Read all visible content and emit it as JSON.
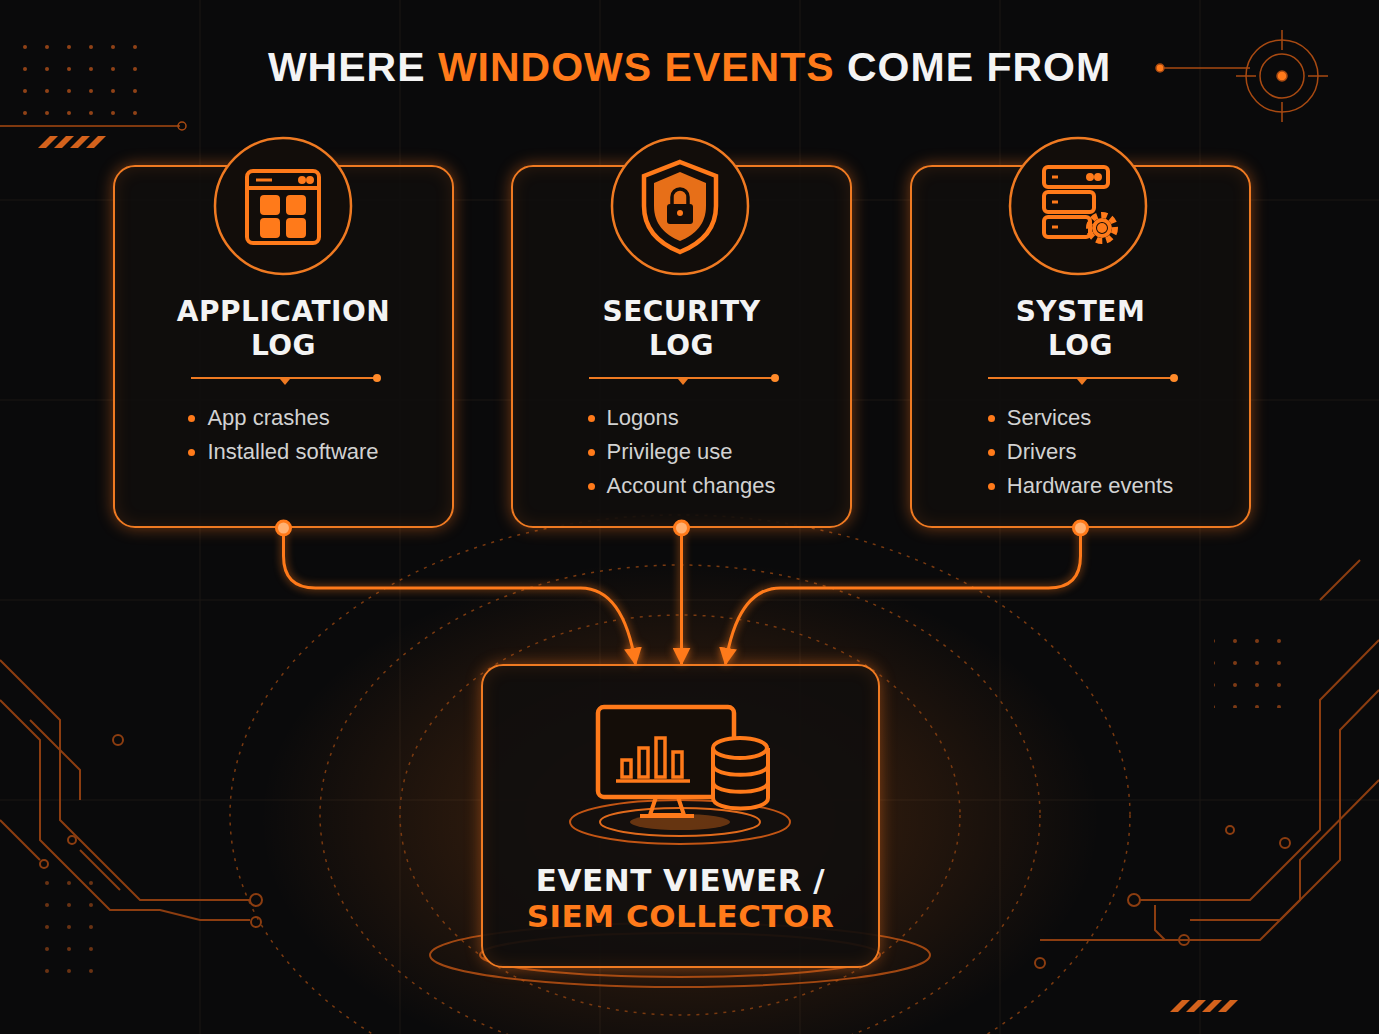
{
  "diagram": {
    "title": "WHERE WINDOWS EVENTS COME FROM",
    "nodes": [
      {
        "text": [
          "APPLICATION LOG",
          "App crashes",
          "Installed software"
        ]
      },
      {
        "text": [
          "SECURITY LOG",
          "Logons",
          "Privilege use",
          "Account changes"
        ]
      },
      {
        "text": [
          "SYSTEM LOG",
          "Services",
          "Drivers",
          "Hardware events"
        ]
      },
      {
        "text": [
          "EVENT VIEWER /",
          "SIEM COLLECTOR"
        ]
      }
    ],
    "edges": [
      {
        "from": 0,
        "to": 3,
        "arrow": "to"
      },
      {
        "from": 1,
        "to": 3,
        "arrow": "to"
      },
      {
        "from": 2,
        "to": 3,
        "arrow": "to"
      }
    ]
  }
}
